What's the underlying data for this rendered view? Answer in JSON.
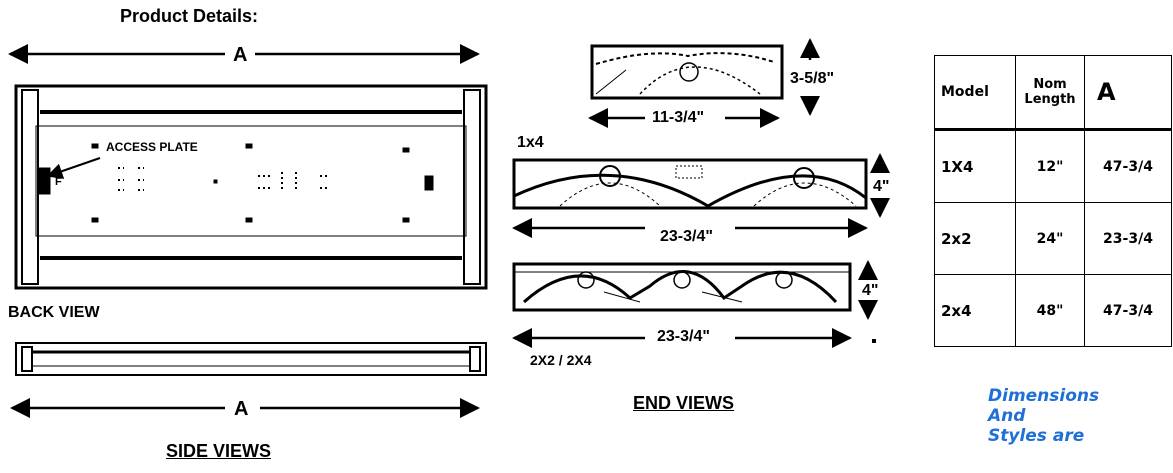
{
  "header": {
    "title": "Product Details:"
  },
  "back_view": {
    "dim_label": "A",
    "access_plate": "ACCESS PLATE",
    "marker": "F",
    "caption": "BACK VIEW"
  },
  "side_view": {
    "dim_label": "A",
    "caption": "SIDE VIEWS"
  },
  "end_views": {
    "top_width": "11-3/4\"",
    "top_height": "3-5/8\"",
    "model_1x4": "1x4",
    "mid_width": "23-3/4\"",
    "mid_height": "4\"",
    "low_width": "23-3/4\"",
    "low_height": "4\"",
    "model_2x2": "2X2 / 2X4",
    "caption": "END VIEWS"
  },
  "specs_table": {
    "headers": [
      "Model",
      "Nom Length",
      "A"
    ],
    "rows": [
      {
        "model": "1X4",
        "nom_length": "12\"",
        "a": "47-3/4"
      },
      {
        "model": "2x2",
        "nom_length": "24\"",
        "a": "23-3/4"
      },
      {
        "model": "2x4",
        "nom_length": "48\"",
        "a": "47-3/4"
      }
    ]
  },
  "note": {
    "line1": "Dimensions",
    "line2": "And",
    "line3": "Styles are"
  },
  "colors": {
    "note_blue": "#1f6fd8",
    "ink": "#000000"
  }
}
